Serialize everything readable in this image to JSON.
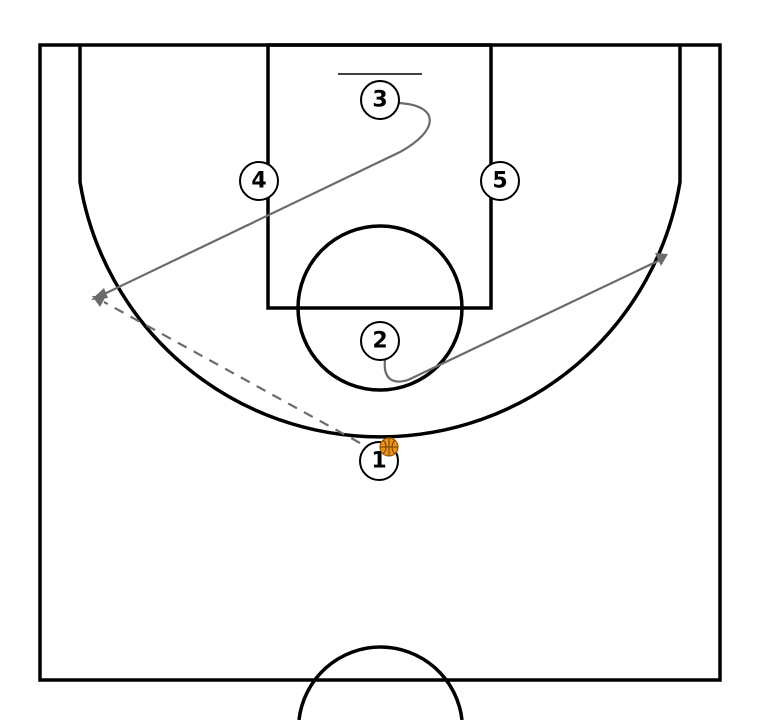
{
  "players": [
    {
      "id": "p1",
      "label": "1"
    },
    {
      "id": "p2",
      "label": "2"
    },
    {
      "id": "p3",
      "label": "3"
    },
    {
      "id": "p4",
      "label": "4"
    },
    {
      "id": "p5",
      "label": "5"
    }
  ],
  "colors": {
    "court_lines": "#000000",
    "movement": "#6b6b6b",
    "ball": "#e8931c"
  },
  "icons": {
    "ball": "basketball-icon"
  },
  "legend_semantics": {
    "solid_arrow": "cut",
    "dashed_arrow": "pass"
  }
}
